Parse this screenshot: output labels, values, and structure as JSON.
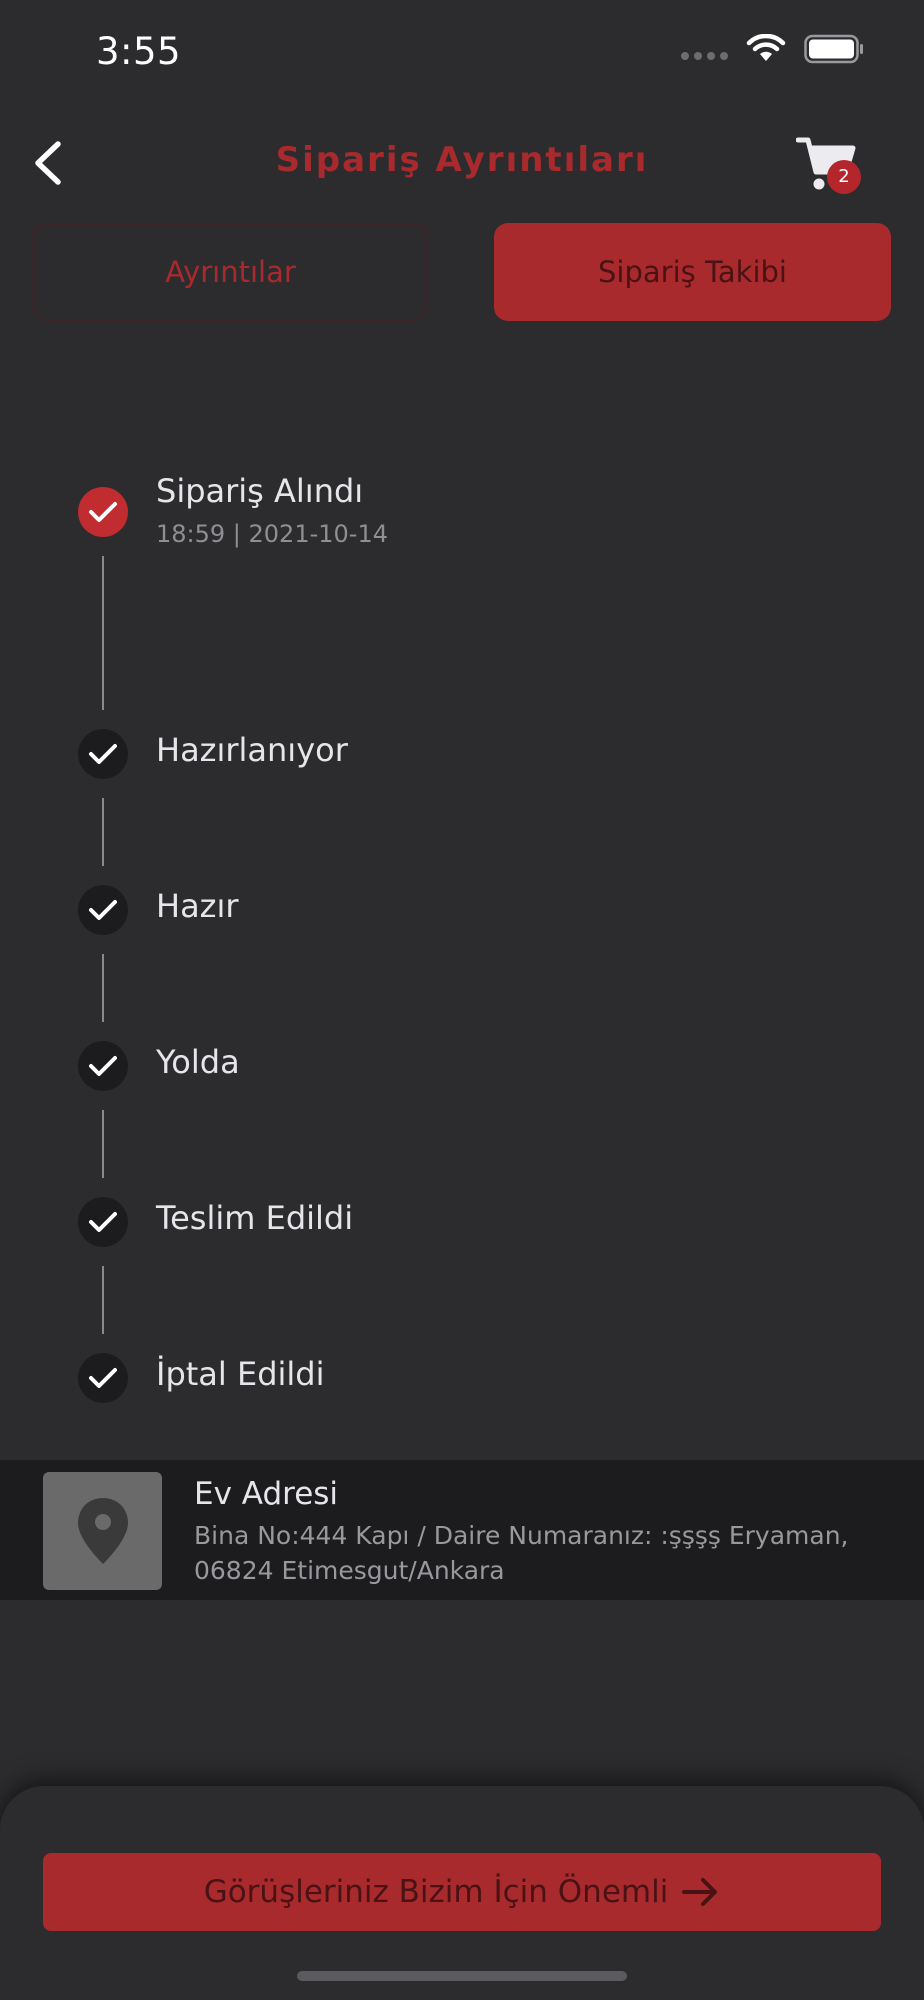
{
  "status_bar": {
    "time": "3:55"
  },
  "header": {
    "title": "Sipariş Ayrıntıları",
    "cart_count": "2"
  },
  "tabs": [
    {
      "label": "Ayrıntılar",
      "selected": false
    },
    {
      "label": "Sipariş Takibi",
      "selected": true
    }
  ],
  "timeline": [
    {
      "label": "Sipariş Alındı",
      "sub": "18:59 | 2021-10-14"
    },
    {
      "label": "Hazırlanıyor"
    },
    {
      "label": "Hazır"
    },
    {
      "label": "Yolda"
    },
    {
      "label": "Teslim Edildi"
    },
    {
      "label": "İptal Edildi"
    }
  ],
  "address": {
    "title": "Ev Adresi",
    "text": "Bina No:444 Kapı / Daire Numaranız: :şşşş Eryaman, 06824 Etimesgut/Ankara"
  },
  "footer": {
    "button_label": "Görüşleriniz Bizim İçin Önemli"
  },
  "colors": {
    "accent": "#a82a2d",
    "background": "#2c2c2e",
    "dark_surface": "#1c1c1e"
  }
}
